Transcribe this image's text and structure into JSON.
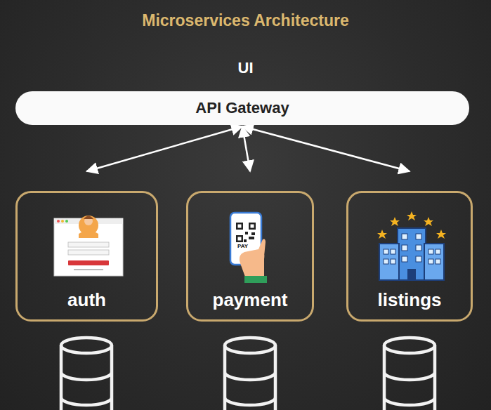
{
  "diagram": {
    "title": "Microservices Architecture",
    "nodes": [
      {
        "text": [
          "API Gateway"
        ]
      },
      {
        "text": [
          "auth"
        ]
      },
      {
        "text": [
          "payment"
        ]
      },
      {
        "text": [
          "listings"
        ]
      }
    ],
    "edges": [
      {
        "from": 0,
        "to": 1,
        "arrow": "both"
      },
      {
        "from": 0,
        "to": 2,
        "arrow": "both"
      },
      {
        "from": 0,
        "to": 3,
        "arrow": "both"
      }
    ],
    "labels": [
      "UI",
      "PAY"
    ]
  }
}
